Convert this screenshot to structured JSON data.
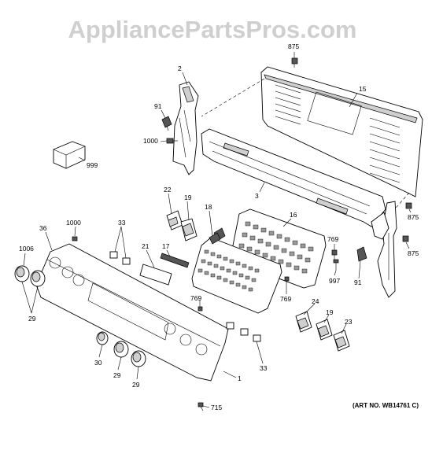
{
  "watermark": "AppliancePartsPros.com",
  "art_number": "(ART NO. WB14761 C)",
  "callouts": {
    "c875a": "875",
    "c15": "15",
    "c2": "2",
    "c91a": "91",
    "c1000a": "1000",
    "c999": "999",
    "c3": "3",
    "c22": "22",
    "c19a": "19",
    "c18": "18",
    "c16": "16",
    "c875b": "875",
    "c875c": "875",
    "c1000b": "1000",
    "c36": "36",
    "c33a": "33",
    "c1006": "1006",
    "c21": "21",
    "c17": "17",
    "c769a": "769",
    "c997": "997",
    "c91b": "91",
    "c769b": "769",
    "c29a": "29",
    "c769c": "769",
    "c24": "24",
    "c19b": "19",
    "c23": "23",
    "c30": "30",
    "c29b": "29",
    "c29c": "29",
    "c33b": "33",
    "c1": "1",
    "c715": "715"
  }
}
